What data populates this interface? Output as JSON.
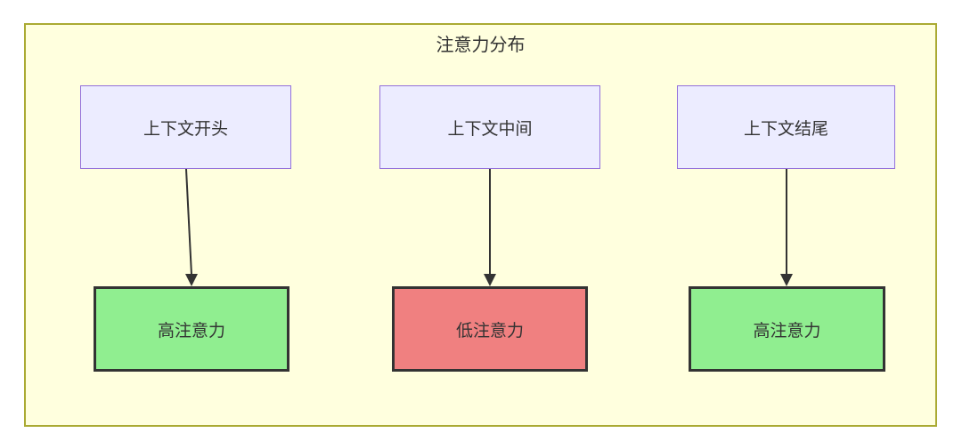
{
  "diagram": {
    "title": "注意力分布",
    "columns": [
      {
        "source_label": "上下文开头",
        "result_label": "高注意力",
        "level": "high"
      },
      {
        "source_label": "上下文中间",
        "result_label": "低注意力",
        "level": "low"
      },
      {
        "source_label": "上下文结尾",
        "result_label": "高注意力",
        "level": "high"
      }
    ],
    "colors": {
      "container_background": "#ffffde",
      "container_border": "#aaaa33",
      "source_node_background": "#ECECFF",
      "source_node_border": "#9370DB",
      "high_attention_background": "#90EE90",
      "low_attention_background": "#F08080",
      "result_node_border": "#333333",
      "edge_color": "#333333",
      "text_color": "#333333"
    }
  }
}
